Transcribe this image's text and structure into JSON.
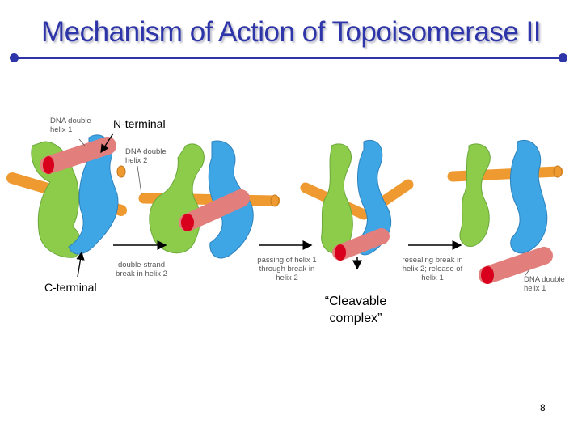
{
  "title": "Mechanism of Action of Topoisomerase II",
  "labels": {
    "dna_helix1_top": "DNA double\nhelix 1",
    "dna_helix2": "DNA double\nhelix 2",
    "n_terminal": "N-terminal",
    "c_terminal": "C-terminal",
    "step1": "double-strand\nbreak in helix 2",
    "step2": "passing of helix 1\nthrough break in\nhelix 2",
    "step3": "resealing break in\nhelix 2; release of\nhelix 1",
    "dna_helix1_bottom": "DNA double\nhelix 1",
    "cleavable": "“Cleavable\ncomplex”"
  },
  "page_number": "8",
  "colors": {
    "title": "#2e35a8",
    "green": "#8ccc4a",
    "blue": "#3fa6e6",
    "orange": "#ef9a30",
    "pink": "#e27f7c",
    "red": "#d8001c"
  }
}
